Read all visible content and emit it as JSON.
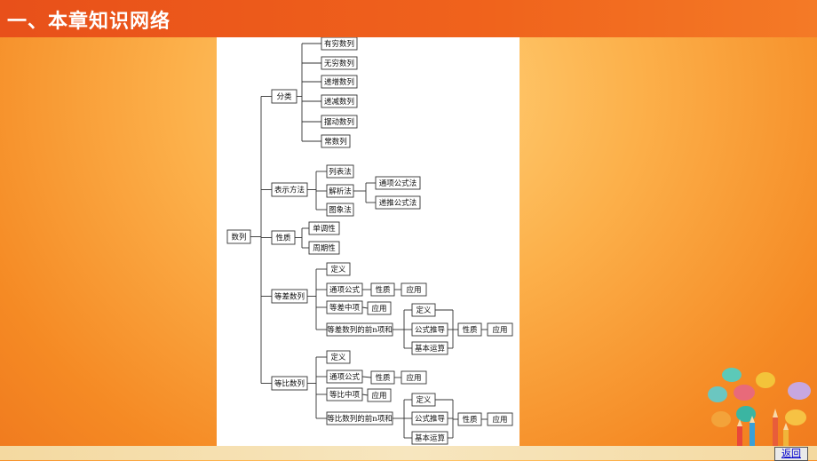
{
  "header": {
    "title": "一、本章知识网络"
  },
  "footer": {
    "return_label": "返回"
  },
  "diagram": {
    "nodes": {
      "root": "数列",
      "classify": "分类",
      "finite": "有穷数列",
      "infinite": "无穷数列",
      "increasing": "递增数列",
      "decreasing": "递减数列",
      "oscillating": "摆动数列",
      "constant": "常数列",
      "representation": "表示方法",
      "list_method": "列表法",
      "analytic_method": "解析法",
      "graph_method": "图象法",
      "general_formula_method": "通项公式法",
      "recursive_formula_method": "递推公式法",
      "properties": "性质",
      "monotonicity": "单调性",
      "periodicity": "周期性",
      "arithmetic": "等差数列",
      "ar_definition": "定义",
      "ar_general_term": "通项公式",
      "ar_gt_property": "性质",
      "ar_gt_application": "应用",
      "ar_middle_term": "等差中项",
      "ar_mt_application": "应用",
      "ar_sum": "等差数列的前n项和",
      "ar_sum_definition": "定义",
      "ar_sum_derivation": "公式推导",
      "ar_sum_basic_ops": "基本运算",
      "ar_sum_property": "性质",
      "ar_sum_application": "应用",
      "geometric": "等比数列",
      "ge_definition": "定义",
      "ge_general_term": "通项公式",
      "ge_gt_property": "性质",
      "ge_gt_application": "应用",
      "ge_middle_term": "等比中项",
      "ge_mt_application": "应用",
      "ge_sum": "等比数列的前n项和",
      "ge_sum_definition": "定义",
      "ge_sum_derivation": "公式推导",
      "ge_sum_basic_ops": "基本运算",
      "ge_sum_property": "性质",
      "ge_sum_application": "应用"
    }
  }
}
